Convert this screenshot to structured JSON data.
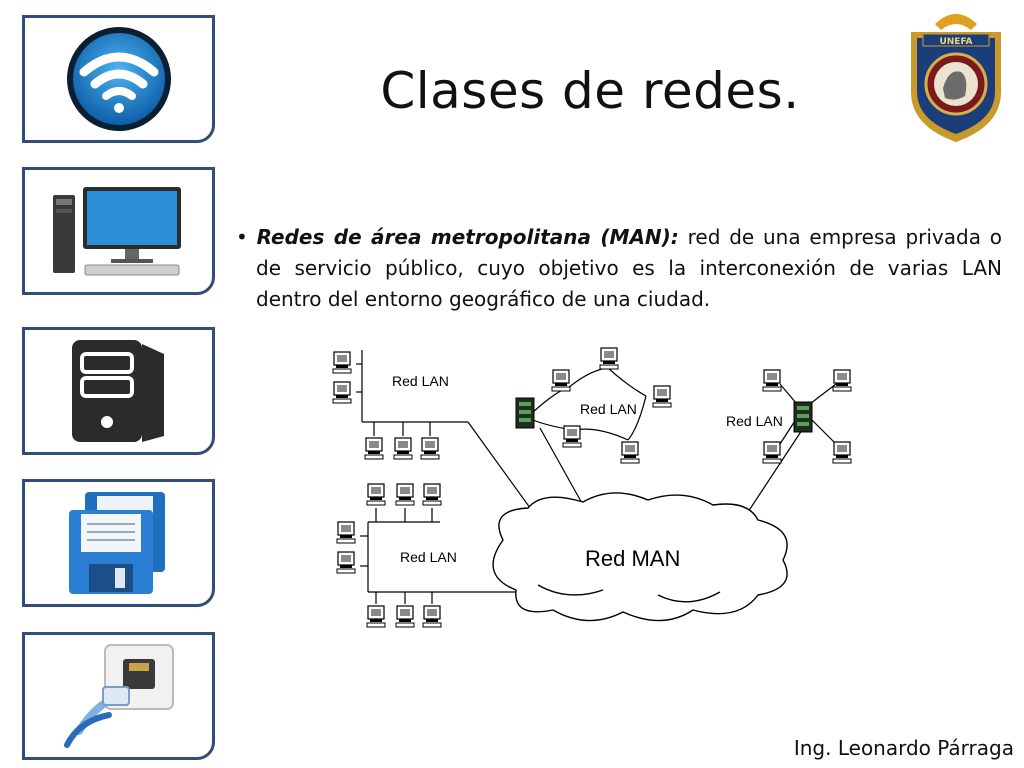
{
  "slide": {
    "title": "Clases de redes.",
    "bullet": {
      "term": "Redes de área metropolitana (MAN):",
      "text": " red de una empresa privada o de servicio público, cuyo objetivo es la interconexión de varias LAN dentro del entorno geográfico de una ciudad."
    },
    "author": "Ing. Leonardo Párraga"
  },
  "sidebar": {
    "icons": [
      "wifi-icon",
      "desktop-computer-icon",
      "server-tower-icon",
      "floppy-disks-icon",
      "ethernet-port-icon"
    ]
  },
  "logo": {
    "text": "UNEFA",
    "name": "unefa-seal"
  },
  "diagram": {
    "labels": {
      "lan1": "Red LAN",
      "lan2": "Red LAN",
      "lan3": "Red LAN",
      "lan4": "Red LAN",
      "man": "Red MAN"
    }
  },
  "colors": {
    "sidebar_border": "#2f4e7a",
    "wifi_blue": "#1e88d0",
    "text": "#111111"
  }
}
